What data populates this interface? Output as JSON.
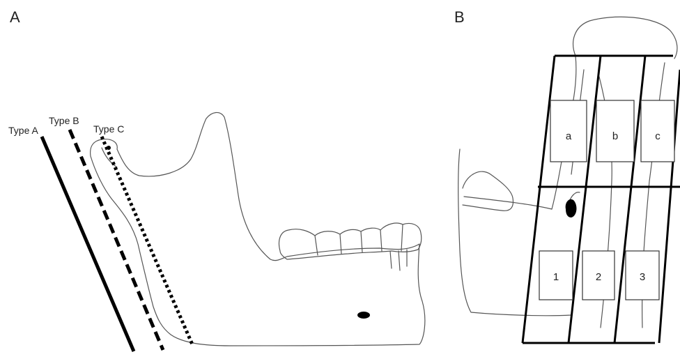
{
  "panels": {
    "left": {
      "label": "A",
      "line_labels": {
        "type_a": "Type A",
        "type_b": "Type B",
        "type_c": "Type C"
      }
    },
    "right": {
      "label": "B",
      "upper_zones": [
        "a",
        "b",
        "c"
      ],
      "lower_zones": [
        "1",
        "2",
        "3"
      ]
    }
  },
  "colors": {
    "outline": "#555555",
    "lines": "#000000",
    "foramen": "#000000"
  }
}
